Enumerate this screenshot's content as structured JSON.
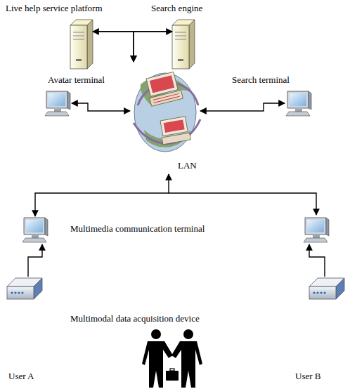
{
  "diagram": {
    "nodes": [
      {
        "text": [
          "Live help service platform"
        ]
      },
      {
        "text": [
          "Search engine"
        ]
      },
      {
        "text": [
          "Avatar terminal"
        ]
      },
      {
        "text": [
          "Search terminal"
        ]
      },
      {
        "text": [
          "LAN"
        ]
      },
      {
        "text": [
          "Multimedia communication terminal"
        ]
      },
      {
        "text": [
          "Multimodal data acquisition device"
        ]
      }
    ],
    "edges": [
      {
        "from": 0,
        "to": 1,
        "arrow": "both"
      },
      {
        "from": 0,
        "to": 4,
        "arrow": "to"
      },
      {
        "from": 1,
        "to": 4,
        "arrow": "to"
      },
      {
        "from": 2,
        "to": 4,
        "arrow": "both"
      },
      {
        "from": 3,
        "to": 4,
        "arrow": "both"
      },
      {
        "from": 4,
        "to": 5,
        "arrow": "both"
      },
      {
        "from": 6,
        "to": 5,
        "arrow": "to"
      }
    ],
    "labels": [
      "User A",
      "User B"
    ]
  }
}
